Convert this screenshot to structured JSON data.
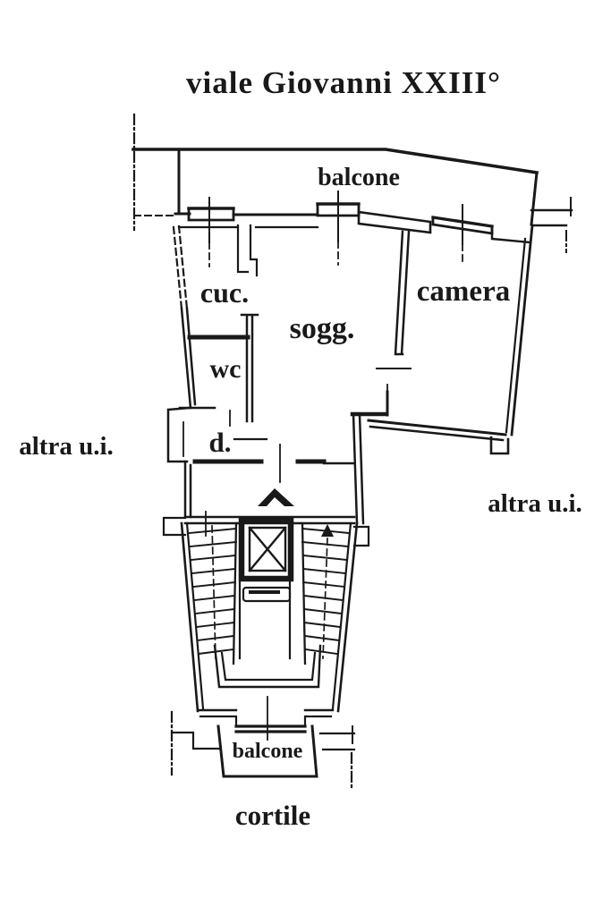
{
  "plan": {
    "street": "viale Giovanni XXIII°",
    "balcony_top": "balcone",
    "kitchen": "cuc.",
    "living": "sogg.",
    "bedroom": "camera",
    "wc": "wc",
    "hall": "d.",
    "other_unit_left": "altra u.i.",
    "other_unit_right": "altra u.i.",
    "balcony_bottom": "balcone",
    "courtyard": "cortile"
  },
  "colors": {
    "ink": "#191919",
    "paper": "#ffffff"
  }
}
